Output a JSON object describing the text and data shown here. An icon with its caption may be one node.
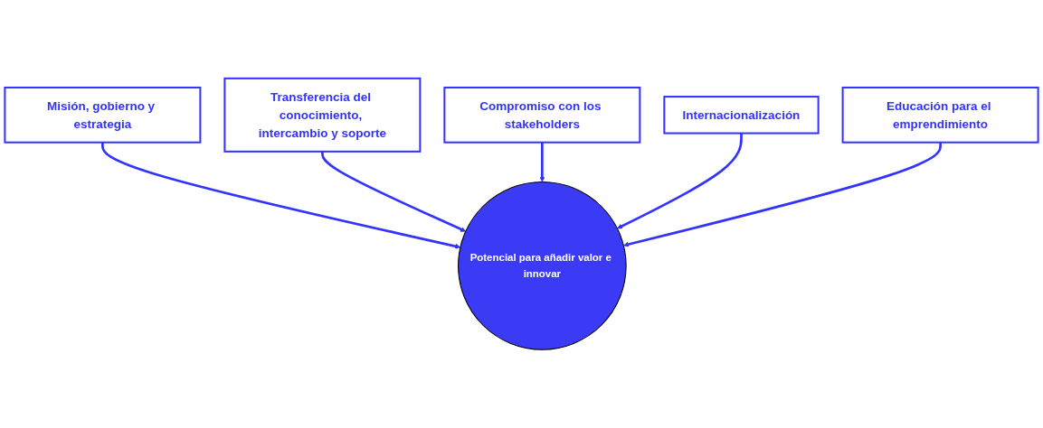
{
  "diagram": {
    "nodes": [
      {
        "text": [
          "Misión, gobierno y estrategia"
        ]
      },
      {
        "text": [
          "Transferencia del conocimiento, intercambio y soporte"
        ]
      },
      {
        "text": [
          "Potencial para añadir valor e innovar"
        ]
      },
      {
        "text": [
          "Compromiso con los stakeholders"
        ]
      },
      {
        "text": [
          "Internacionalización"
        ]
      },
      {
        "text": [
          "Educación para el emprendimiento"
        ]
      }
    ],
    "edges": [
      {
        "from": 0,
        "to": 2,
        "arrow": "to"
      },
      {
        "from": 1,
        "to": 2,
        "arrow": "to"
      },
      {
        "from": 3,
        "to": 2,
        "arrow": "to"
      },
      {
        "from": 4,
        "to": 2,
        "arrow": "to"
      },
      {
        "from": 5,
        "to": 2,
        "arrow": "to"
      }
    ]
  }
}
